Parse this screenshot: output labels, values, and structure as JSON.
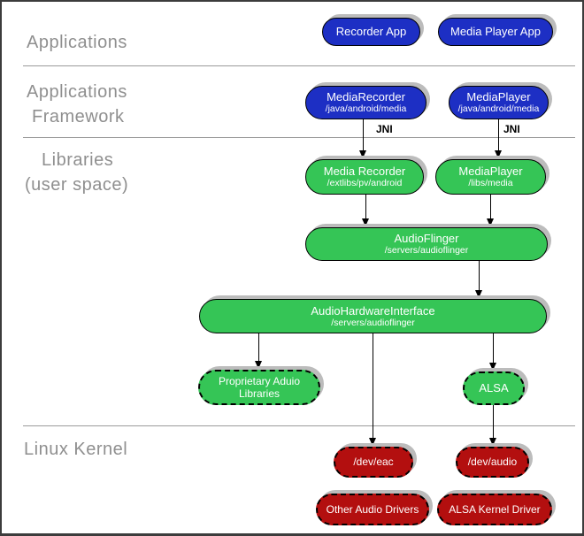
{
  "colors": {
    "blue": "#1d2fc4",
    "green": "#35c556",
    "red": "#b30f0f",
    "shadow": "#bcbcbc",
    "label_gray": "#8f8f8f",
    "line_gray": "#9a9a9a"
  },
  "section_labels": {
    "applications": "Applications",
    "framework_line1": "Applications",
    "framework_line2": "Framework",
    "libraries_line1": "Libraries",
    "libraries_line2": "(user space)",
    "kernel": "Linux Kernel"
  },
  "nodes": {
    "recorder_app": {
      "title": "Recorder App"
    },
    "media_player_app": {
      "title": "Media Player App"
    },
    "media_recorder_fw": {
      "title": "MediaRecorder",
      "subtitle": "/java/android/media"
    },
    "media_player_fw": {
      "title": "MediaPlayer",
      "subtitle": "/java/android/media"
    },
    "media_recorder_lib": {
      "title": "Media Recorder",
      "subtitle": "/extlibs/pv/android"
    },
    "media_player_lib": {
      "title": "MediaPlayer",
      "subtitle": "/libs/media"
    },
    "audioflinger": {
      "title": "AudioFlinger",
      "subtitle": "/servers/audioflinger"
    },
    "audio_hardware_interface": {
      "title": "AudioHardwareInterface",
      "subtitle": "/servers/audioflinger"
    },
    "proprietary_audio_libraries": {
      "title": "Proprietary Aduio",
      "title2": "Libraries"
    },
    "alsa": {
      "title": "ALSA"
    },
    "dev_eac": {
      "title": "/dev/eac"
    },
    "dev_audio": {
      "title": "/dev/audio"
    },
    "other_audio_drivers": {
      "title": "Other Audio Drivers"
    },
    "alsa_kernel_driver": {
      "title": "ALSA Kernel Driver"
    }
  },
  "edge_labels": {
    "jni_left": "JNI",
    "jni_right": "JNI"
  }
}
